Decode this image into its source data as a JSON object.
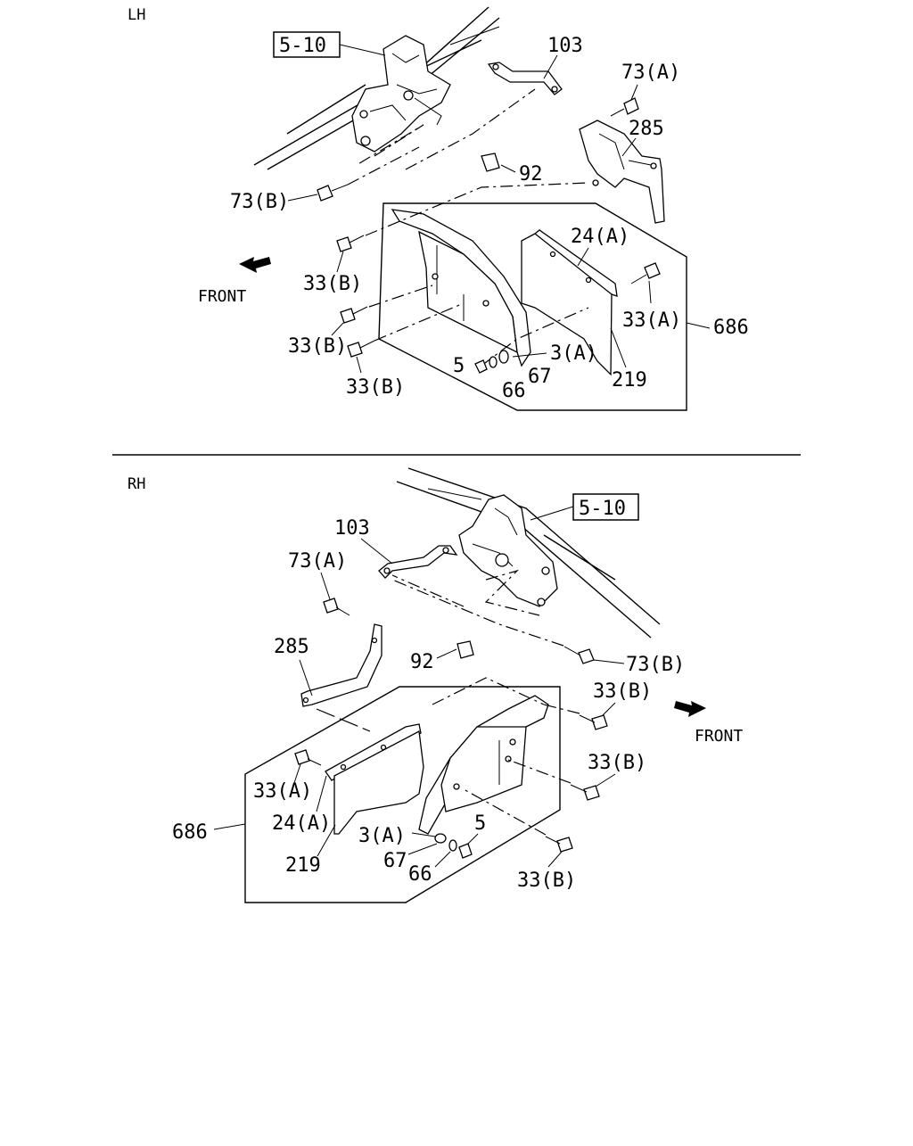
{
  "sections": {
    "lh": {
      "title": "LH"
    },
    "rh": {
      "title": "RH"
    }
  },
  "lh": {
    "ref_5_10": "5-10",
    "p103": "103",
    "p73a": "73(A)",
    "p285": "285",
    "p92": "92",
    "p73b": "73(B)",
    "p24a": "24(A)",
    "p33b_1": "33(B)",
    "front": "FRONT",
    "p33a": "33(A)",
    "p686": "686",
    "p33b_2": "33(B)",
    "p5": "5",
    "p3a": "3(A)",
    "p67": "67",
    "p66": "66",
    "p219": "219",
    "p33b_3": "33(B)"
  },
  "rh": {
    "ref_5_10": "5-10",
    "p103": "103",
    "p73a": "73(A)",
    "p285": "285",
    "p92": "92",
    "p73b": "73(B)",
    "p33b_1": "33(B)",
    "front": "FRONT",
    "p33b_2": "33(B)",
    "p33a": "33(A)",
    "p24a": "24(A)",
    "p686": "686",
    "p3a": "3(A)",
    "p5": "5",
    "p219": "219",
    "p67": "67",
    "p66": "66",
    "p33b_3": "33(B)"
  },
  "icons": {
    "front_arrow": "front-arrow-icon"
  }
}
